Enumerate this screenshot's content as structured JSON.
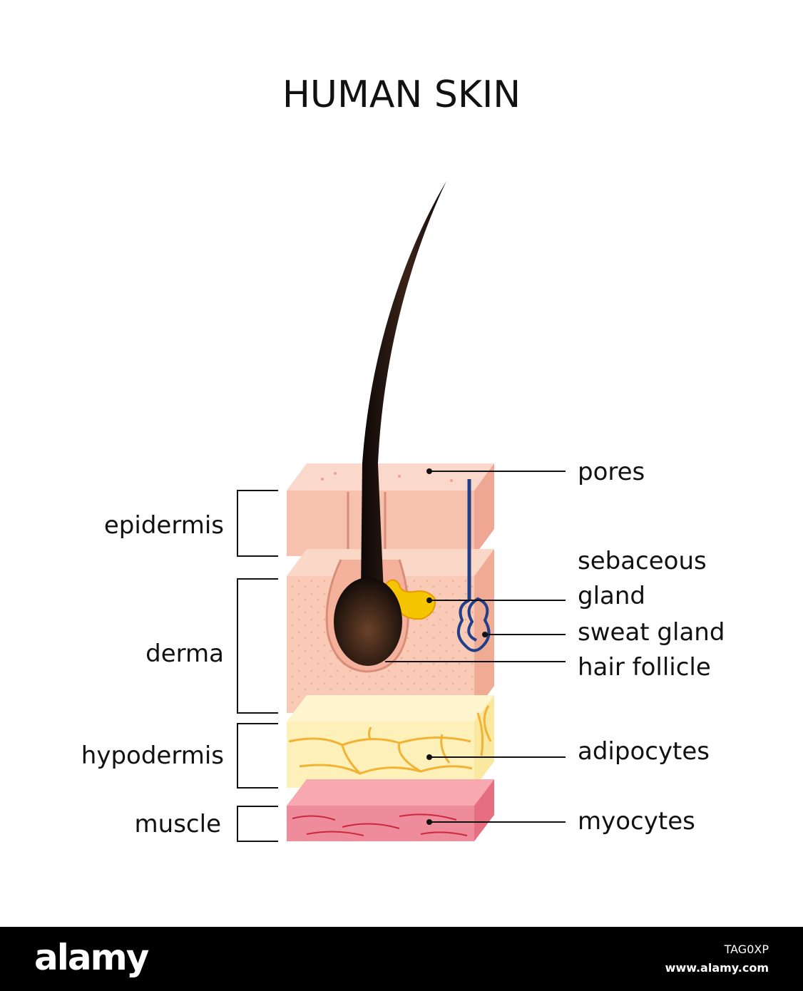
{
  "title": "HUMAN SKIN",
  "layers": {
    "epidermis": "epidermis",
    "derma": "derma",
    "hypodermis": "hypodermis",
    "muscle": "muscle"
  },
  "structures": {
    "pores": "pores",
    "sebaceous_line1": "sebaceous",
    "sebaceous_line2": "gland",
    "sweat_gland": "sweat gland",
    "hair_follicle": "hair follicle",
    "adipocytes": "adipocytes",
    "myocytes": "myocytes"
  },
  "watermark": {
    "brand": "alamy",
    "image_id": "TAG0XP",
    "site": "www.alamy.com"
  },
  "colors": {
    "epidermis": "#f6c2ae",
    "derma": "#f9cbb7",
    "hypodermis": "#fdf0b8",
    "fat_veins": "#f2b233",
    "muscle": "#ef8c9b",
    "hair": "#1c130f",
    "sebum": "#f5c400",
    "sweat_duct": "#1f3f8a"
  }
}
